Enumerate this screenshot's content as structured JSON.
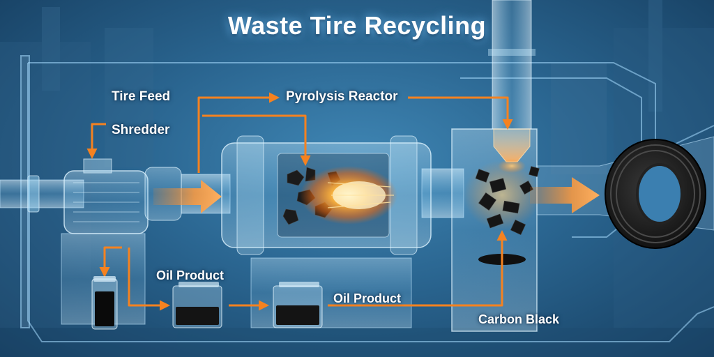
{
  "title": "Waste Tire Recycling",
  "labels": {
    "tire_feed": "Tire Feed",
    "shredder": "Shredder",
    "pyrolysis_reactor": "Pyrolysis Reactor",
    "oil_product_1": "Oil Product",
    "oil_product_2": "Oil Product",
    "carbon_black": "Carbon Black"
  },
  "colors": {
    "accent_orange": "#f58220",
    "glass_blue": "#9fd8ff",
    "background": "#2a6590",
    "tire": "#1c1c1c"
  }
}
